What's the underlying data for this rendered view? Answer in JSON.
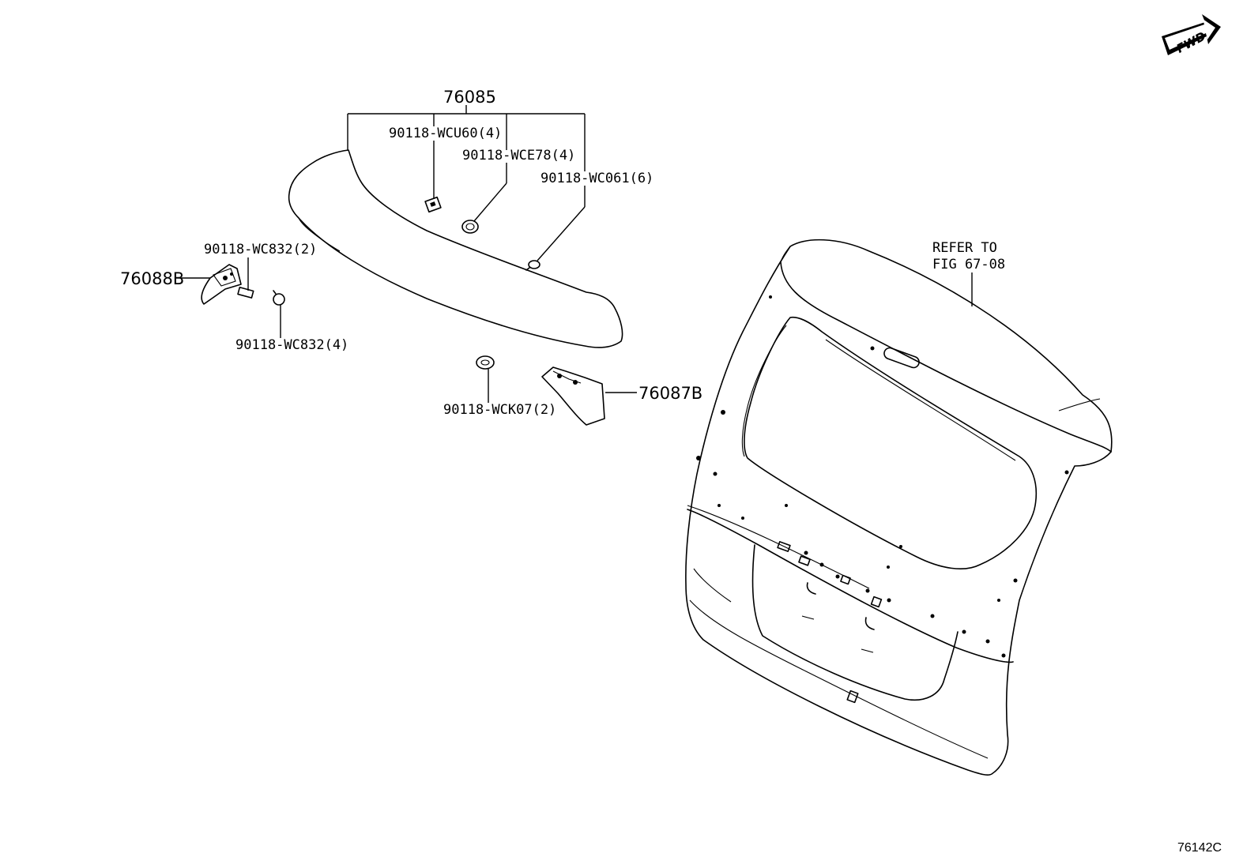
{
  "labels": {
    "assembly": "76085",
    "wcu60": "90118-WCU60(4)",
    "wce78": "90118-WCE78(4)",
    "wc061": "90118-WC061(6)",
    "wc832_2": "90118-WC832(2)",
    "wc832_4": "90118-WC832(4)",
    "wck07": "90118-WCK07(2)",
    "part_76088b": "76088B",
    "part_76087b": "76087B",
    "refer_line1": "REFER TO",
    "refer_line2": "FIG 67-08",
    "fwd": "FWD",
    "figure_number": "76142C"
  }
}
